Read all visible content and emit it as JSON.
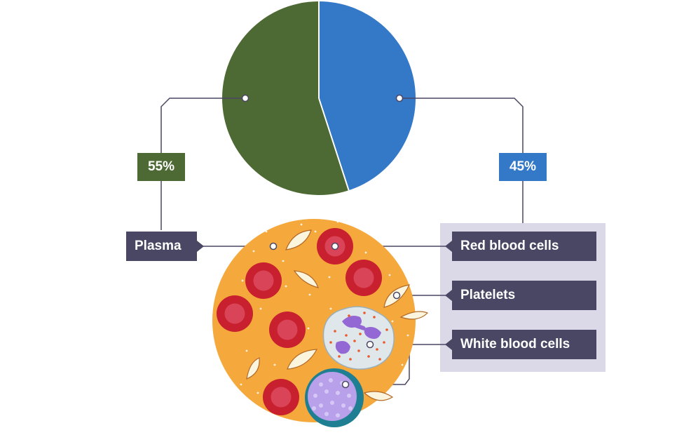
{
  "diagram": {
    "plasma": {
      "percent": "55%",
      "label": "Plasma",
      "fraction": 0.55
    },
    "cells": {
      "percent": "45%",
      "label_red": "Red blood cells",
      "label_platelets": "Platelets",
      "label_white": "White blood cells",
      "fraction": 0.45
    }
  },
  "colors": {
    "plasma": "#4e6a34",
    "cells": "#3478c8",
    "label_box": "#4a4764",
    "panel": "#dbd8e8",
    "blood_bg": "#f5a83c",
    "red_cell": "#c8202e",
    "platelet": "#fcf5de",
    "white_cell": "#dfe7ea",
    "lymphocyte": "#b8a0ea",
    "lymphocyte_ring": "#1e7e92",
    "nucleus": "#9468d4",
    "granule": "#e85b2d",
    "connector": "#4a4764"
  },
  "icons": [
    "blood-cells-illustration",
    "red-blood-cell-icon",
    "platelet-icon",
    "neutrophil-icon",
    "lymphocyte-icon"
  ]
}
